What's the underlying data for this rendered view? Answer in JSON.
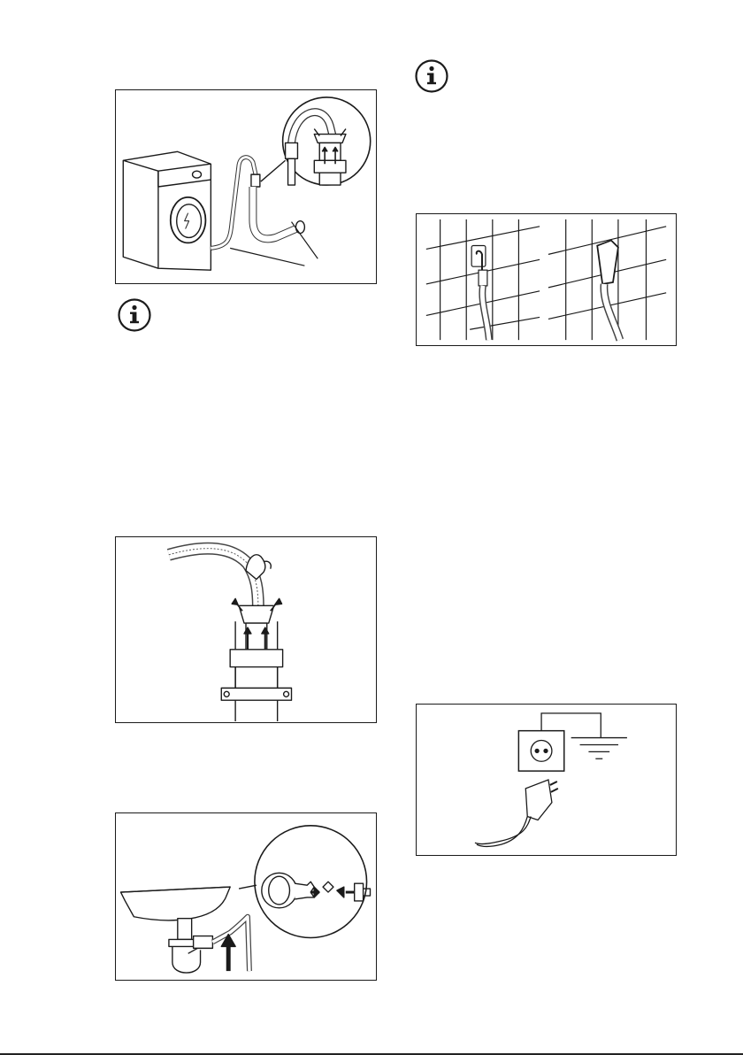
{
  "page": {
    "figures": [
      {
        "id": "washer-drain-hose-figure",
        "icon": "washing-machine-hose-guide"
      },
      {
        "id": "standpipe-hose-figure",
        "icon": "hose-in-standpipe"
      },
      {
        "id": "sink-trap-figure",
        "icon": "sink-trap-connection"
      },
      {
        "id": "wall-drain-figure",
        "icon": "wall-drain-connection"
      },
      {
        "id": "earthed-socket-figure",
        "icon": "earthed-socket-and-plug"
      }
    ],
    "info_icons": [
      "info-icon",
      "info-icon"
    ]
  }
}
